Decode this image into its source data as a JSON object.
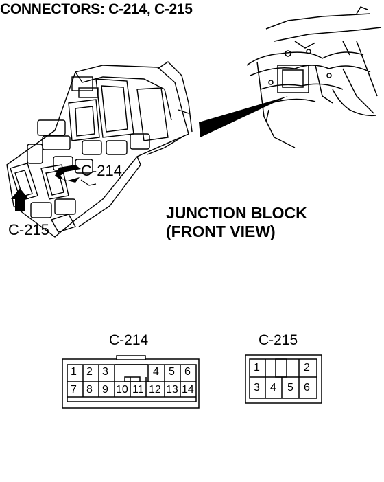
{
  "title": "CONNECTORS: C-214, C-215",
  "junction_block": {
    "line1": "JUNCTION BLOCK",
    "line2": "(FRONT VIEW)"
  },
  "callouts": {
    "c214": "C-214",
    "c215": "C-215"
  },
  "connectors": {
    "c214": {
      "name": "C-214",
      "top_row": [
        "1",
        "2",
        "3",
        "4",
        "5",
        "6"
      ],
      "bottom_row": [
        "7",
        "8",
        "9",
        "10",
        "11",
        "12",
        "13",
        "14"
      ]
    },
    "c215": {
      "name": "C-215",
      "top_row": [
        "1",
        "2"
      ],
      "bottom_row": [
        "3",
        "4",
        "5",
        "6"
      ]
    }
  }
}
